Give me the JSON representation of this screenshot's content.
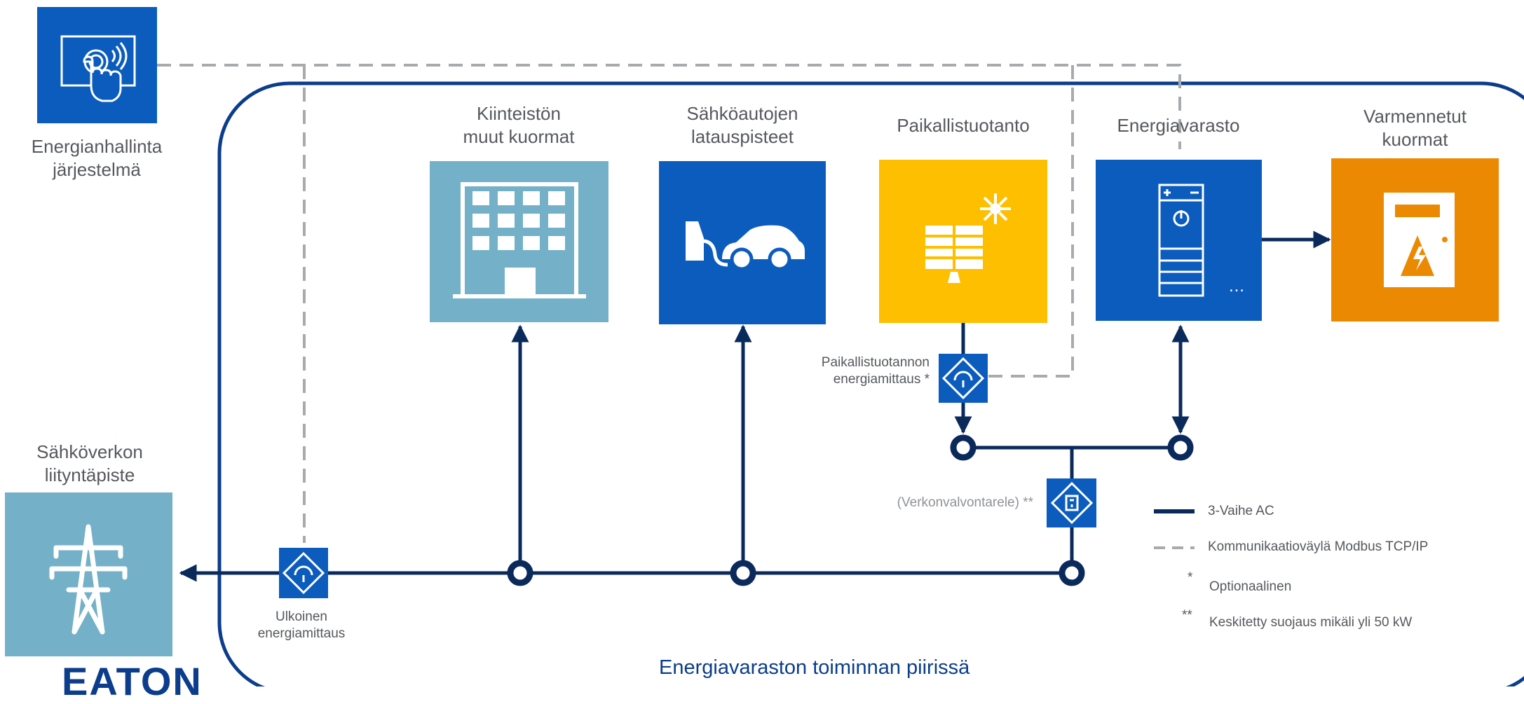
{
  "labels": {
    "ems": [
      "Energianhallinta",
      "järjestelmä"
    ],
    "grid_point": [
      "Sähköverkon",
      "liityntäpiste"
    ],
    "building": [
      "Kiinteistön",
      "muut kuormat"
    ],
    "ev": [
      "Sähköautojen",
      "latauspisteet"
    ],
    "pv": "Paikallistuotanto",
    "storage": "Energiavarasto",
    "backup": [
      "Varmennetut",
      "kuormat"
    ],
    "pv_meter": [
      "Paikallistuotannon",
      "energiamittaus *"
    ],
    "grid_relay": "(Verkonvalvontarele) **",
    "ext_meter": [
      "Ulkoinen",
      "energiamittaus"
    ],
    "boundary": "Energiavaraston toiminnan piirissä",
    "storage_more": "…"
  },
  "legend": {
    "ac": "3-Vaihe AC",
    "comm": "Kommunikaatioväylä Modbus TCP/IP",
    "opt_mark": "*",
    "opt": "Optionaalinen",
    "prot_mark": "**",
    "prot": "Keskitetty suojaus mikäli yli 50 kW"
  },
  "logo": "EATON",
  "colors": {
    "navy": "#0b2a5c",
    "blue": "#0b5cbd",
    "light_blue": "#74b1c9",
    "yellow": "#fdbf00",
    "orange": "#ec8902",
    "dash": "#a7abae",
    "text": "#55595c",
    "boundary": "#0b3d8c"
  }
}
